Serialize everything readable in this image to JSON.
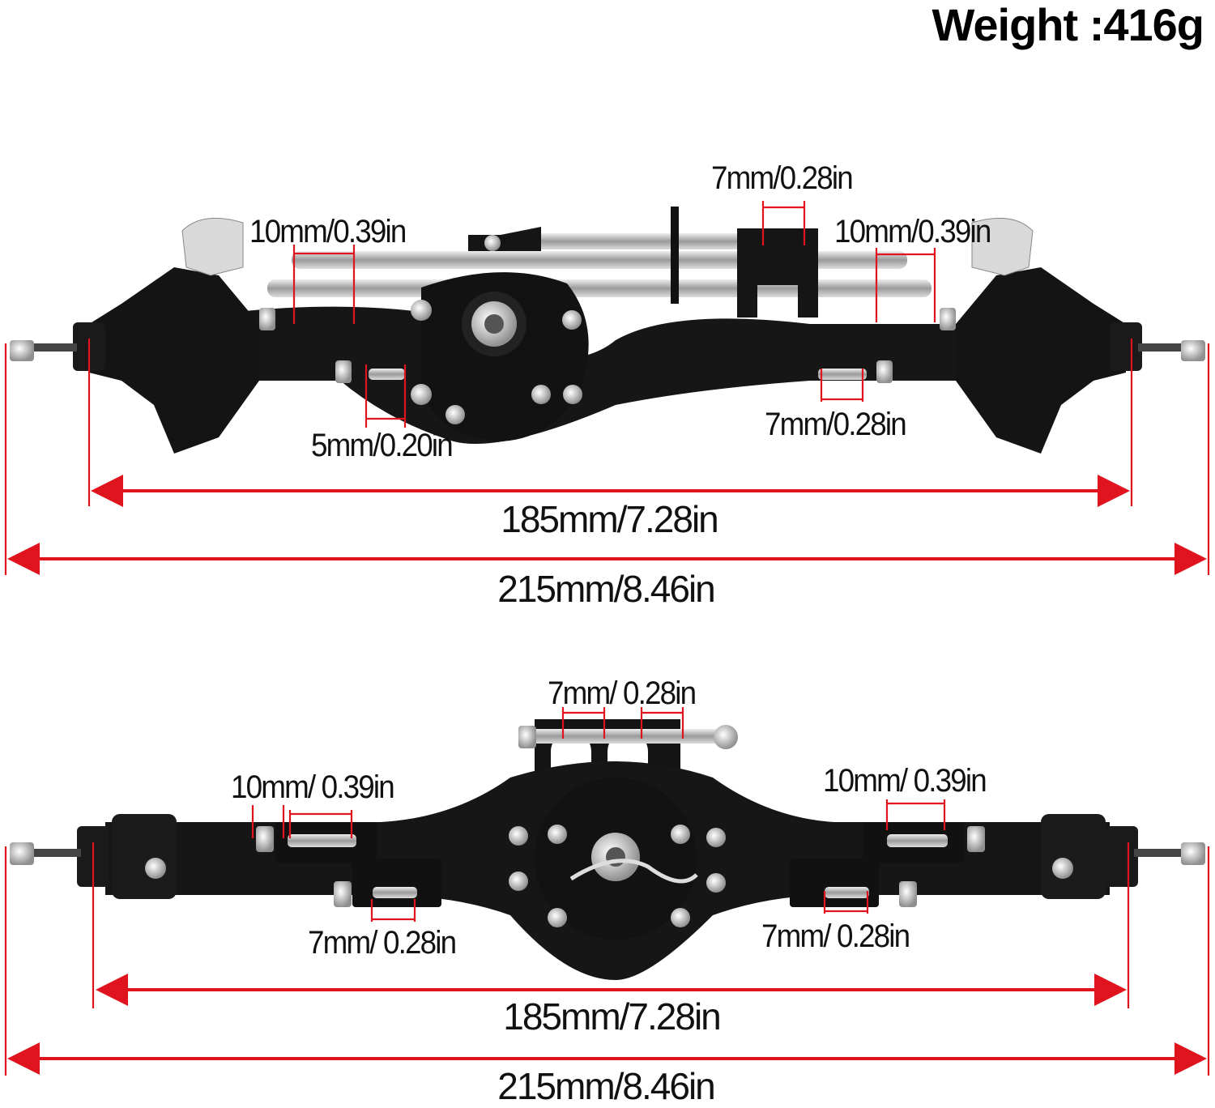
{
  "header": {
    "weight_label": "Weight :416g"
  },
  "front_axle": {
    "labels": {
      "link_left": "10mm/0.39in",
      "mount_top": "7mm/0.28in",
      "link_right": "10mm/0.39in",
      "bolt_bottom_left": "5mm/0.20in",
      "bolt_bottom_right": "7mm/0.28in",
      "inner_width": "185mm/7.28in",
      "overall_width": "215mm/8.46in"
    }
  },
  "rear_axle": {
    "labels": {
      "mount_top": "7mm/ 0.28in",
      "link_left": "10mm/ 0.39in",
      "link_right": "10mm/ 0.39in",
      "bolt_bottom_left": "7mm/ 0.28in",
      "bolt_bottom_right": "7mm/ 0.28in",
      "inner_width": "185mm/7.28in",
      "overall_width": "215mm/8.46in"
    }
  },
  "colors": {
    "dimension_line": "#e0141e",
    "axle_body": "#111111",
    "metal": "#c8c8c8"
  }
}
